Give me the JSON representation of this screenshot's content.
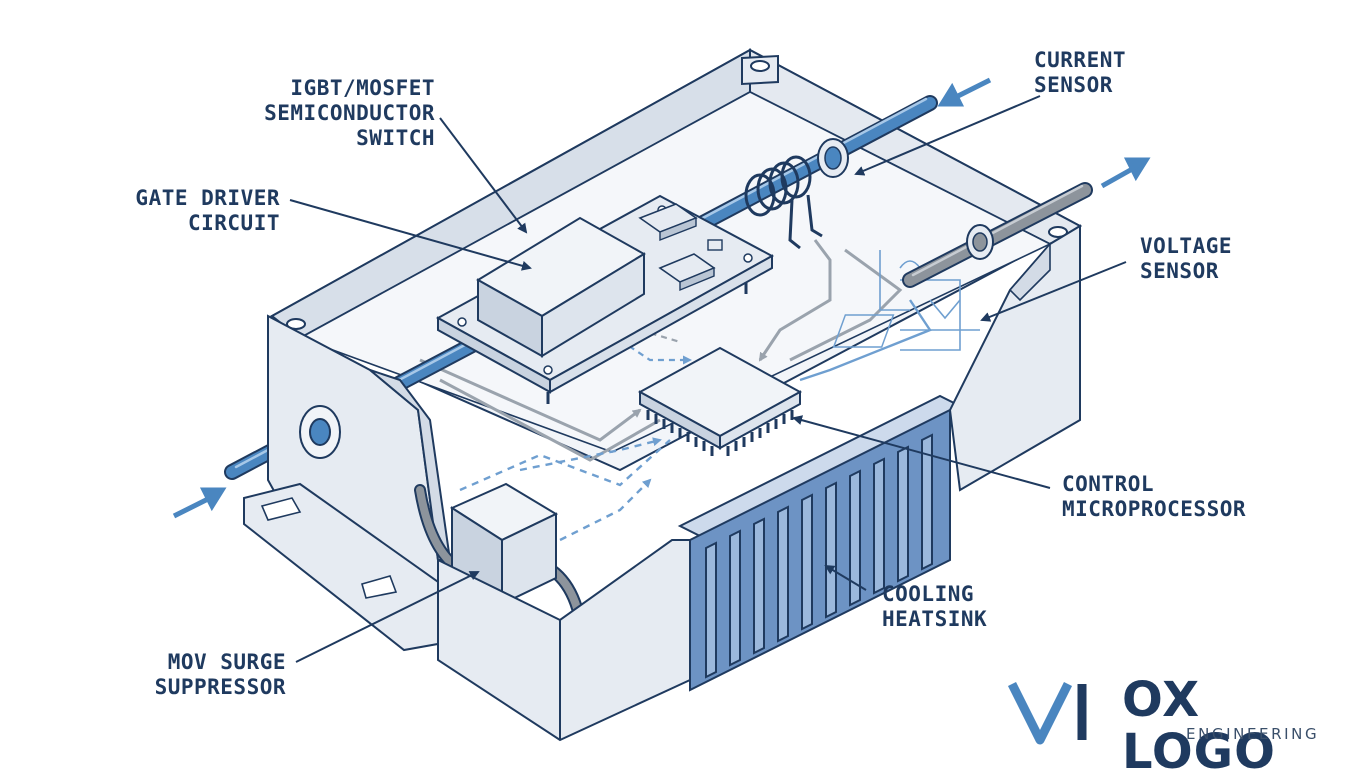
{
  "labels": {
    "igbt": [
      "IGBT/MOSFET",
      "SEMICONDUCTOR",
      "SWITCH"
    ],
    "gate": [
      "GATE DRIVER",
      "CIRCUIT"
    ],
    "mov": [
      "MOV SURGE",
      "SUPPRESSOR"
    ],
    "current": [
      "CURRENT",
      "SENSOR"
    ],
    "voltage": [
      "VOLTAGE",
      "SENSOR"
    ],
    "control": [
      "CONTROL",
      "MICROPROCESSOR"
    ],
    "heatsink": [
      "COOLING",
      "HEATSINK"
    ]
  },
  "logo": {
    "mark": "VI",
    "wordmark": "OX LOGO",
    "tagline": "ENGINEERING"
  },
  "colors": {
    "outline": "#1f3a5f",
    "housing": "#e6ebf2",
    "housing_shade": "#d3dbe6",
    "floor": "#f2f5f9",
    "conductor": "#4a86c0",
    "accent": "#4a86c0",
    "gray_conductor": "#8d949c",
    "heatsink": "#6d93c4"
  }
}
